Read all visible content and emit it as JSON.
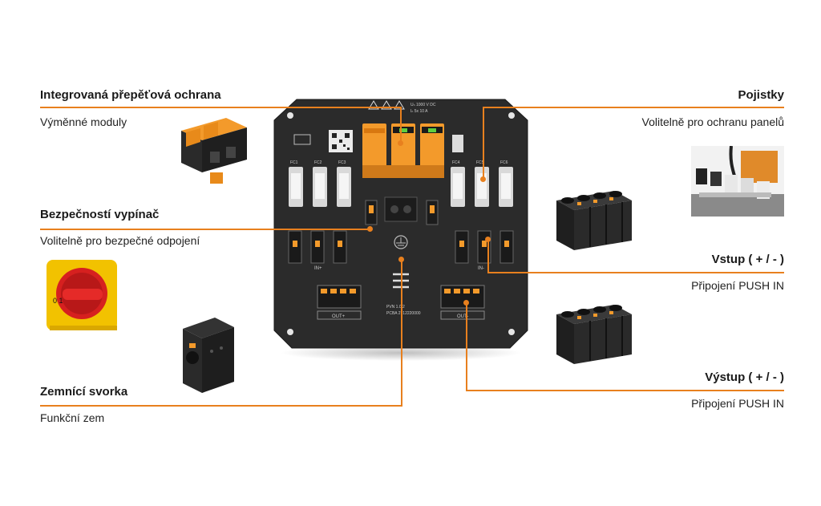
{
  "labels": {
    "surge": {
      "title": "Integrovaná přepěťová ochrana",
      "subtitle": "Výměnné moduly"
    },
    "switch": {
      "title": "Bezpečností vypínač",
      "subtitle": "Volitelně pro bezpečné odpojení"
    },
    "ground": {
      "title": "Zemnící svorka",
      "subtitle": "Funkční zem"
    },
    "fuses": {
      "title": "Pojistky",
      "subtitle": "Volitelně pro ochranu panelů"
    },
    "input": {
      "title": "Vstup  ( + / - )",
      "subtitle": "Připojení PUSH IN"
    },
    "output": {
      "title": "Výstup  ( + / - )",
      "subtitle": "Připojení PUSH IN"
    }
  },
  "board": {
    "spd_text": "Uₙ 1000 V DC",
    "spd_text2": "Iₙ 5x 10 A",
    "fuse_labels": [
      "FC1",
      "FC2",
      "FC3",
      "FC4",
      "FC5",
      "FC6"
    ],
    "out_plus": "OUT+",
    "out_minus": "OUT-",
    "in_plus": "IN+",
    "in_minus": "IN-",
    "model": "PVN 1.0.2",
    "pcba": "PCBA 2712220000",
    "switch_marks": "0 1"
  },
  "colors": {
    "accent": "#e8801e",
    "board": "#2a2a2a",
    "spd_orange": "#f39a2b",
    "switch_red": "#d6201f",
    "switch_yellow": "#f2c200"
  }
}
